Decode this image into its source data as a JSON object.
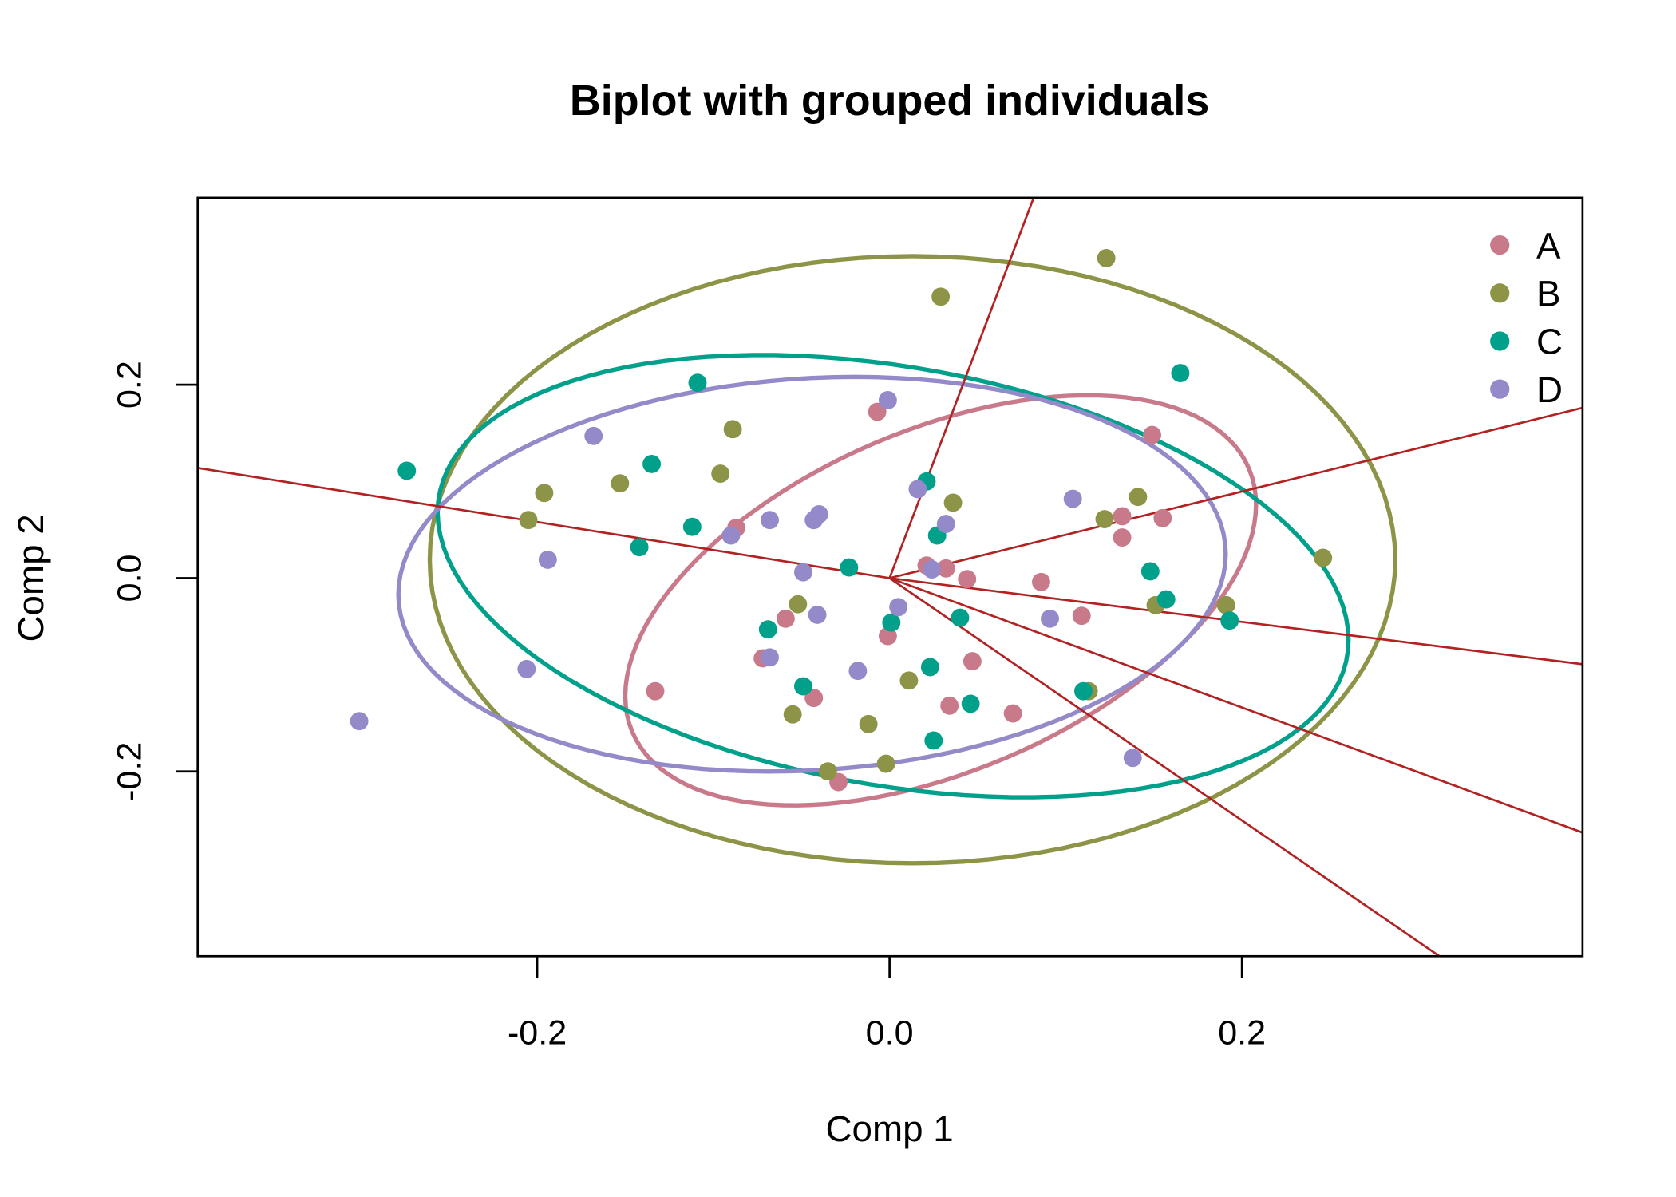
{
  "chart_data": {
    "type": "scatter",
    "title": "Biplot with grouped individuals",
    "xlabel": "Comp 1",
    "ylabel": "Comp 2",
    "xlim": [
      -0.393,
      0.393
    ],
    "ylim": [
      -0.391,
      0.393
    ],
    "xticks": [
      {
        "v": -0.2,
        "label": "-0.2"
      },
      {
        "v": 0.0,
        "label": "0.0"
      },
      {
        "v": 0.2,
        "label": "0.2"
      }
    ],
    "yticks": [
      {
        "v": -0.2,
        "label": "-0.2"
      },
      {
        "v": 0.0,
        "label": "0.0"
      },
      {
        "v": 0.2,
        "label": "0.2"
      }
    ],
    "legend_position": "top-right",
    "arrow_color": "#B22222",
    "arrows": [
      [
        0.0817,
        0.393
      ],
      [
        0.393,
        0.176
      ],
      [
        0.393,
        -0.089
      ],
      [
        0.393,
        -0.263
      ],
      [
        0.312,
        -0.391
      ],
      [
        -0.393,
        0.114
      ]
    ],
    "series": [
      {
        "name": "A",
        "color": "#C97A8A",
        "ellipse": {
          "cx": 0.029,
          "cy": -0.023,
          "a": 0.179,
          "c": 0.099,
          "d": 0.1875
        },
        "points": [
          [
            -0.087,
            0.052
          ],
          [
            -0.007,
            0.172
          ],
          [
            0.021,
            0.013
          ],
          [
            0.032,
            0.01
          ],
          [
            0.044,
            -0.001
          ],
          [
            -0.001,
            -0.06
          ],
          [
            -0.059,
            -0.042
          ],
          [
            -0.072,
            -0.083
          ],
          [
            -0.043,
            -0.124
          ],
          [
            -0.133,
            -0.117
          ],
          [
            0.034,
            -0.132
          ],
          [
            0.047,
            -0.086
          ],
          [
            0.07,
            -0.14
          ],
          [
            0.086,
            -0.004
          ],
          [
            0.109,
            -0.039
          ],
          [
            0.132,
            0.064
          ],
          [
            0.132,
            0.042
          ],
          [
            0.155,
            0.062
          ],
          [
            0.149,
            0.148
          ],
          [
            -0.029,
            -0.211
          ]
        ]
      },
      {
        "name": "B",
        "color": "#8E9447",
        "ellipse": {
          "cx": 0.013,
          "cy": 0.019,
          "a": 0.274,
          "c": 0.0,
          "d": 0.314
        },
        "points": [
          [
            0.123,
            0.331
          ],
          [
            0.029,
            0.291
          ],
          [
            -0.089,
            0.154
          ],
          [
            -0.096,
            0.108
          ],
          [
            -0.153,
            0.098
          ],
          [
            -0.196,
            0.088
          ],
          [
            -0.205,
            0.06
          ],
          [
            -0.052,
            -0.027
          ],
          [
            -0.055,
            -0.141
          ],
          [
            -0.035,
            -0.2
          ],
          [
            -0.012,
            -0.151
          ],
          [
            -0.002,
            -0.192
          ],
          [
            0.011,
            -0.106
          ],
          [
            0.036,
            0.078
          ],
          [
            0.122,
            0.061
          ],
          [
            0.141,
            0.084
          ],
          [
            0.151,
            -0.028
          ],
          [
            0.113,
            -0.117
          ],
          [
            0.191,
            -0.028
          ],
          [
            0.246,
            0.021
          ]
        ]
      },
      {
        "name": "C",
        "color": "#00A08A",
        "ellipse": {
          "cx": 0.002,
          "cy": 0.002,
          "a": 0.2585,
          "c": -0.066,
          "d": 0.219
        },
        "points": [
          [
            -0.274,
            0.111
          ],
          [
            -0.109,
            0.202
          ],
          [
            -0.135,
            0.118
          ],
          [
            -0.112,
            0.053
          ],
          [
            -0.142,
            0.032
          ],
          [
            -0.023,
            0.011
          ],
          [
            -0.069,
            -0.053
          ],
          [
            -0.049,
            -0.112
          ],
          [
            0.001,
            -0.046
          ],
          [
            0.021,
            0.1
          ],
          [
            0.027,
            0.044
          ],
          [
            0.04,
            -0.041
          ],
          [
            0.023,
            -0.092
          ],
          [
            0.046,
            -0.13
          ],
          [
            0.025,
            -0.168
          ],
          [
            0.11,
            -0.117
          ],
          [
            0.148,
            0.007
          ],
          [
            0.157,
            -0.022
          ],
          [
            0.193,
            -0.044
          ],
          [
            0.165,
            0.212
          ]
        ]
      },
      {
        "name": "D",
        "color": "#958AC9",
        "ellipse": {
          "cx": -0.044,
          "cy": 0.004,
          "a": 0.2348,
          "c": 0.021,
          "d": 0.203
        },
        "points": [
          [
            -0.301,
            -0.148
          ],
          [
            -0.206,
            -0.094
          ],
          [
            -0.194,
            0.019
          ],
          [
            -0.168,
            0.147
          ],
          [
            -0.09,
            0.044
          ],
          [
            -0.068,
            0.06
          ],
          [
            -0.043,
            0.06
          ],
          [
            -0.04,
            0.066
          ],
          [
            -0.049,
            0.006
          ],
          [
            -0.041,
            -0.038
          ],
          [
            -0.068,
            -0.082
          ],
          [
            -0.018,
            -0.096
          ],
          [
            0.005,
            -0.03
          ],
          [
            -0.001,
            0.184
          ],
          [
            0.016,
            0.092
          ],
          [
            0.032,
            0.056
          ],
          [
            0.024,
            0.009
          ],
          [
            0.091,
            -0.042
          ],
          [
            0.104,
            0.082
          ],
          [
            0.138,
            -0.186
          ]
        ]
      }
    ]
  }
}
